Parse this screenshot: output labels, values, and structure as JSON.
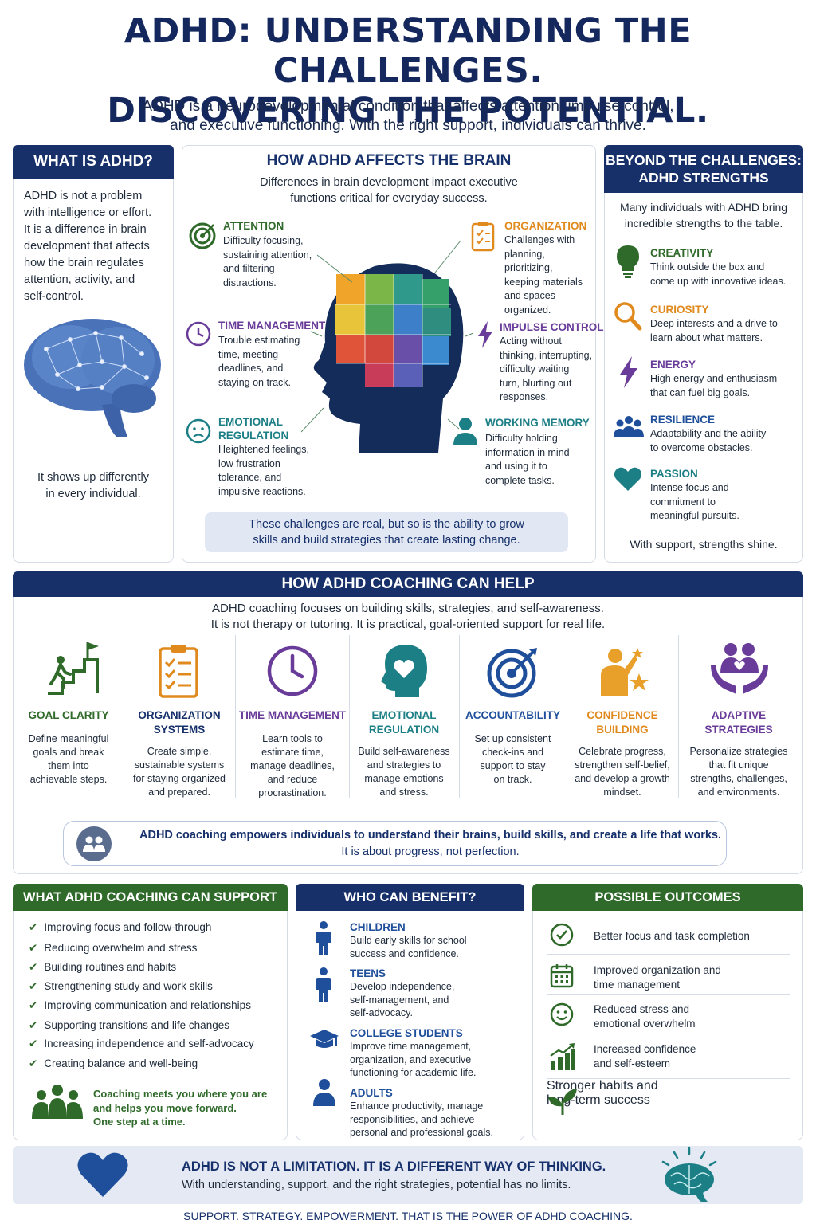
{
  "title_line1": "ADHD: UNDERSTANDING THE CHALLENGES.",
  "title_line2": "DISCOVERING THE POTENTIAL.",
  "subtitle_line1": "ADHD is a neurodevelopmental condition that affects attention, impulse control,",
  "subtitle_line2": "and executive functioning. With the right support, individuals can thrive.",
  "what_is": {
    "header": "WHAT IS ADHD?",
    "body": [
      "ADHD is not a problem",
      "with intelligence or effort.",
      "It is a difference in brain",
      "development that affects",
      "how the brain regulates",
      "attention, activity, and",
      "self-control."
    ],
    "footer": [
      "It shows up differently",
      "in every individual."
    ]
  },
  "brain": {
    "header": "HOW ADHD AFFECTS THE BRAIN",
    "intro": [
      "Differences in brain development impact executive",
      "functions critical for everyday success."
    ],
    "items": [
      {
        "label": "ATTENTION",
        "desc": [
          "Difficulty focusing,",
          "sustaining attention,",
          "and filtering",
          "distractions."
        ]
      },
      {
        "label": "ORGANIZATION",
        "desc": [
          "Challenges with",
          "planning, prioritizing,",
          "keeping materials",
          "and spaces",
          "organized."
        ]
      },
      {
        "label": "TIME MANAGEMENT",
        "desc": [
          "Trouble estimating",
          "time, meeting",
          "deadlines, and",
          "staying on track."
        ]
      },
      {
        "label": "IMPULSE CONTROL",
        "desc": [
          "Acting without",
          "thinking, interrupting,",
          "difficulty waiting",
          "turn, blurting out",
          "responses."
        ]
      },
      {
        "label": [
          "EMOTIONAL",
          "REGULATION"
        ],
        "desc": [
          "Heightened feelings,",
          "low frustration",
          "tolerance, and",
          "impulsive reactions."
        ]
      },
      {
        "label": "WORKING MEMORY",
        "desc": [
          "Difficulty holding",
          "information in mind",
          "and using it to",
          "complete tasks."
        ]
      }
    ],
    "callout": [
      "These challenges are real, but so is the ability to grow",
      "skills and build strategies that create lasting change."
    ]
  },
  "strengths": {
    "header": [
      "BEYOND THE CHALLENGES:",
      "ADHD STRENGTHS"
    ],
    "intro": [
      "Many individuals with ADHD bring",
      "incredible strengths to the table."
    ],
    "items": [
      {
        "label": "CREATIVITY",
        "desc": [
          "Think outside the box and",
          "come up with innovative ideas."
        ],
        "icon": "lightbulb-icon"
      },
      {
        "label": "CURIOSITY",
        "desc": [
          "Deep interests and a drive to",
          "learn about what matters."
        ],
        "icon": "magnifier-icon"
      },
      {
        "label": "ENERGY",
        "desc": [
          "High energy and enthusiasm",
          "that can fuel big goals."
        ],
        "icon": "lightning-icon"
      },
      {
        "label": "RESILIENCE",
        "desc": [
          "Adaptability and the ability",
          "to overcome obstacles."
        ],
        "icon": "people-icon"
      },
      {
        "label": "PASSION",
        "desc": [
          "Intense focus and",
          "commitment to",
          "meaningful pursuits."
        ],
        "icon": "heart-icon"
      }
    ],
    "footer": "With support, strengths shine."
  },
  "coaching": {
    "header": "HOW ADHD COACHING CAN HELP",
    "intro": [
      "ADHD coaching focuses on building skills, strategies, and self-awareness.",
      "It is not therapy or tutoring. It is practical, goal-oriented support for real life."
    ],
    "items": [
      {
        "label": [
          "GOAL CLARITY"
        ],
        "desc": [
          "Define meaningful",
          "goals and break",
          "them into",
          "achievable steps."
        ]
      },
      {
        "label": [
          "ORGANIZATION",
          "SYSTEMS"
        ],
        "desc": [
          "Create simple,",
          "sustainable systems",
          "for staying organized",
          "and prepared."
        ]
      },
      {
        "label": [
          "TIME MANAGEMENT"
        ],
        "desc": [
          "Learn tools to",
          "estimate time,",
          "manage deadlines,",
          "and reduce",
          "procrastination."
        ]
      },
      {
        "label": [
          "EMOTIONAL",
          "REGULATION"
        ],
        "desc": [
          "Build self-awareness",
          "and strategies to",
          "manage emotions",
          "and stress."
        ]
      },
      {
        "label": [
          "ACCOUNTABILITY"
        ],
        "desc": [
          "Set up consistent",
          "check-ins and",
          "support to stay",
          "on track."
        ]
      },
      {
        "label": [
          "CONFIDENCE",
          "BUILDING"
        ],
        "desc": [
          "Celebrate progress,",
          "strengthen self-belief,",
          "and develop a growth",
          "mindset."
        ]
      },
      {
        "label": [
          "ADAPTIVE",
          "STRATEGIES"
        ],
        "desc": [
          "Personalize strategies",
          "that fit unique",
          "strengths, challenges,",
          "and environments."
        ]
      }
    ],
    "banner": [
      "ADHD coaching empowers individuals to understand their brains, build skills, and create a life that works.",
      "It is about progress, not perfection."
    ]
  },
  "support": {
    "header": "WHAT ADHD COACHING CAN SUPPORT",
    "items": [
      "Improving focus and follow-through",
      "Reducing overwhelm and stress",
      "Building routines and habits",
      "Strengthening study and work skills",
      "Improving communication and relationships",
      "Supporting transitions and life changes",
      "Increasing independence and self-advocacy",
      "Creating balance and well-being"
    ],
    "footer": [
      "Coaching meets you where you are",
      "and helps you move forward.",
      "One step at a time."
    ]
  },
  "benefit": {
    "header": "WHO CAN BENEFIT?",
    "items": [
      {
        "label": "CHILDREN",
        "desc": [
          "Build early skills for school",
          "success and confidence."
        ]
      },
      {
        "label": "TEENS",
        "desc": [
          "Develop independence,",
          "self-management, and",
          "self-advocacy."
        ]
      },
      {
        "label": "COLLEGE STUDENTS",
        "desc": [
          "Improve time management,",
          "organization, and executive",
          "functioning for academic life."
        ]
      },
      {
        "label": "ADULTS",
        "desc": [
          "Enhance productivity, manage",
          "responsibilities, and achieve",
          "personal and professional goals."
        ]
      }
    ]
  },
  "outcomes": {
    "header": "POSSIBLE OUTCOMES",
    "items": [
      [
        "Better focus and task completion"
      ],
      [
        "Improved organization and",
        "time management"
      ],
      [
        "Reduced stress and",
        "emotional overwhelm"
      ],
      [
        "Increased confidence",
        "and self-esteem"
      ],
      [
        "Stronger habits and",
        "long-term success"
      ]
    ]
  },
  "bottom": {
    "headline": "ADHD IS NOT A LIMITATION. IT IS A DIFFERENT WAY OF THINKING.",
    "sub": "With understanding, support, and the right strategies, potential has no limits.",
    "tagline": "SUPPORT. STRATEGY. EMPOWERMENT. THAT IS THE POWER OF ADHD COACHING."
  },
  "colors": {
    "navy": "#17306a",
    "green": "#2f6a2a",
    "orange": "#e08a1e",
    "purple": "#6a3c9a",
    "teal": "#1d7f86"
  }
}
